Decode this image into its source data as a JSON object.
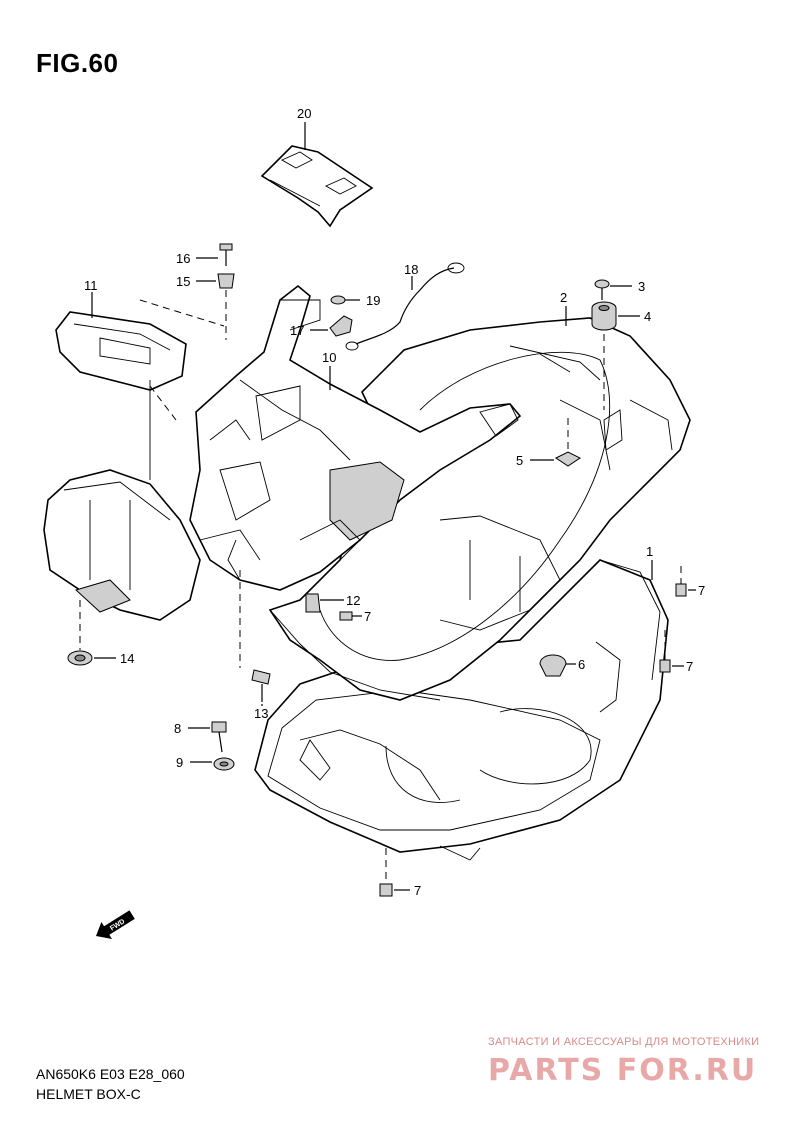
{
  "figure": {
    "title": "FIG.60",
    "model_code": "AN650K6 E03 E28_060",
    "section_name": "HELMET BOX-C"
  },
  "callouts": [
    {
      "id": "c1",
      "label": "1"
    },
    {
      "id": "c2",
      "label": "2"
    },
    {
      "id": "c3",
      "label": "3"
    },
    {
      "id": "c4",
      "label": "4"
    },
    {
      "id": "c5",
      "label": "5"
    },
    {
      "id": "c6",
      "label": "6"
    },
    {
      "id": "c7a",
      "label": "7"
    },
    {
      "id": "c7b",
      "label": "7"
    },
    {
      "id": "c7c",
      "label": "7"
    },
    {
      "id": "c7d",
      "label": "7"
    },
    {
      "id": "c8",
      "label": "8"
    },
    {
      "id": "c9",
      "label": "9"
    },
    {
      "id": "c10",
      "label": "10"
    },
    {
      "id": "c11",
      "label": "11"
    },
    {
      "id": "c12",
      "label": "12"
    },
    {
      "id": "c13",
      "label": "13"
    },
    {
      "id": "c14",
      "label": "14"
    },
    {
      "id": "c15",
      "label": "15"
    },
    {
      "id": "c16",
      "label": "16"
    },
    {
      "id": "c17",
      "label": "17"
    },
    {
      "id": "c18",
      "label": "18"
    },
    {
      "id": "c19",
      "label": "19"
    },
    {
      "id": "c20",
      "label": "20"
    }
  ],
  "direction_marker": "FWD",
  "watermark": {
    "tagline": "ЗАПЧАСТИ И АКСЕССУАРЫ ДЛЯ МОТОТЕХНИКИ",
    "logo_text": "PARTS FOR.RU",
    "color": "#e8a8a8"
  }
}
